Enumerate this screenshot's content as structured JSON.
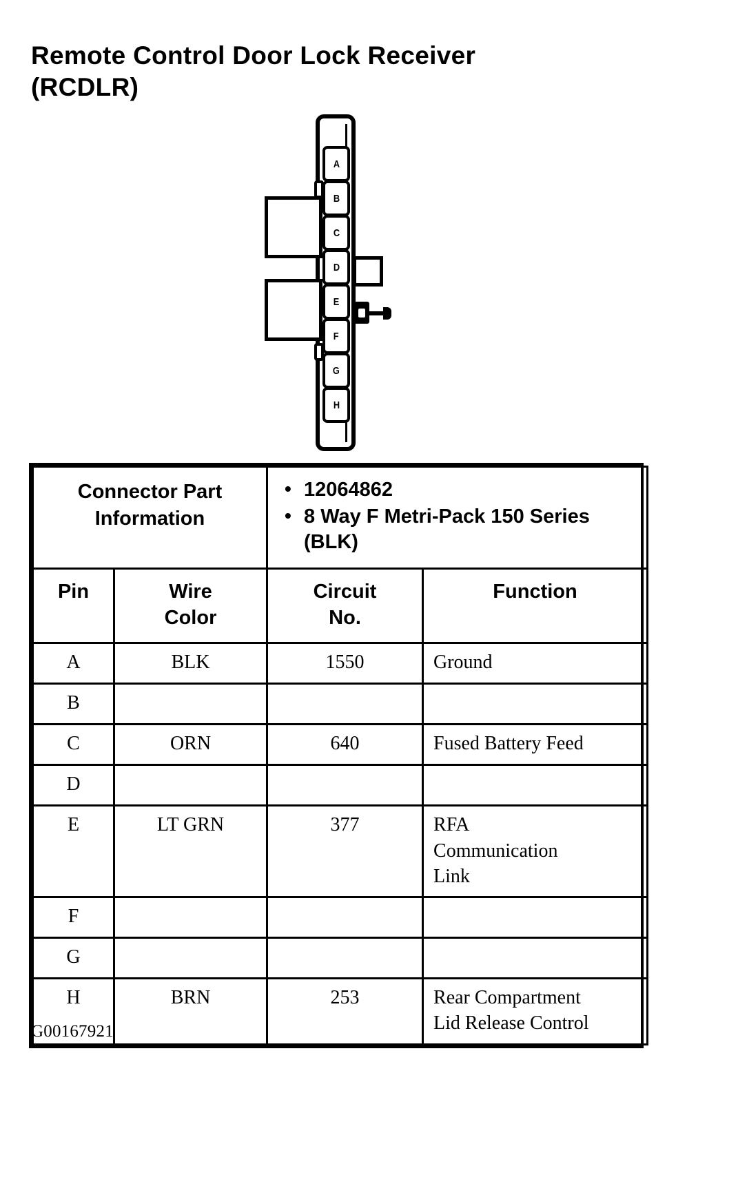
{
  "title": "Remote Control Door Lock Receiver\n(RCDLR)",
  "diagram": {
    "name": "connector-face-view",
    "pins": [
      "A",
      "B",
      "C",
      "D",
      "E",
      "F",
      "G",
      "H"
    ]
  },
  "table": {
    "connector_part_information_label": "Connector Part\nInformation",
    "connector_part_information_values": [
      "12064862",
      "8 Way F Metri-Pack 150 Series (BLK)"
    ],
    "columns": [
      "Pin",
      "Wire\nColor",
      "Circuit\nNo.",
      "Function"
    ],
    "rows": [
      {
        "pin": "A",
        "wire_color": "BLK",
        "circuit_no": "1550",
        "function": "Ground"
      },
      {
        "pin": "B",
        "wire_color": "",
        "circuit_no": "",
        "function": ""
      },
      {
        "pin": "C",
        "wire_color": "ORN",
        "circuit_no": "640",
        "function": "Fused Battery Feed"
      },
      {
        "pin": "D",
        "wire_color": "",
        "circuit_no": "",
        "function": ""
      },
      {
        "pin": "E",
        "wire_color": "LT GRN",
        "circuit_no": "377",
        "function": "RFA\nCommunication\nLink"
      },
      {
        "pin": "F",
        "wire_color": "",
        "circuit_no": "",
        "function": ""
      },
      {
        "pin": "G",
        "wire_color": "",
        "circuit_no": "",
        "function": ""
      },
      {
        "pin": "H",
        "wire_color": "BRN",
        "circuit_no": "253",
        "function": "Rear Compartment\nLid Release Control"
      }
    ]
  },
  "footer_code": "G00167921"
}
